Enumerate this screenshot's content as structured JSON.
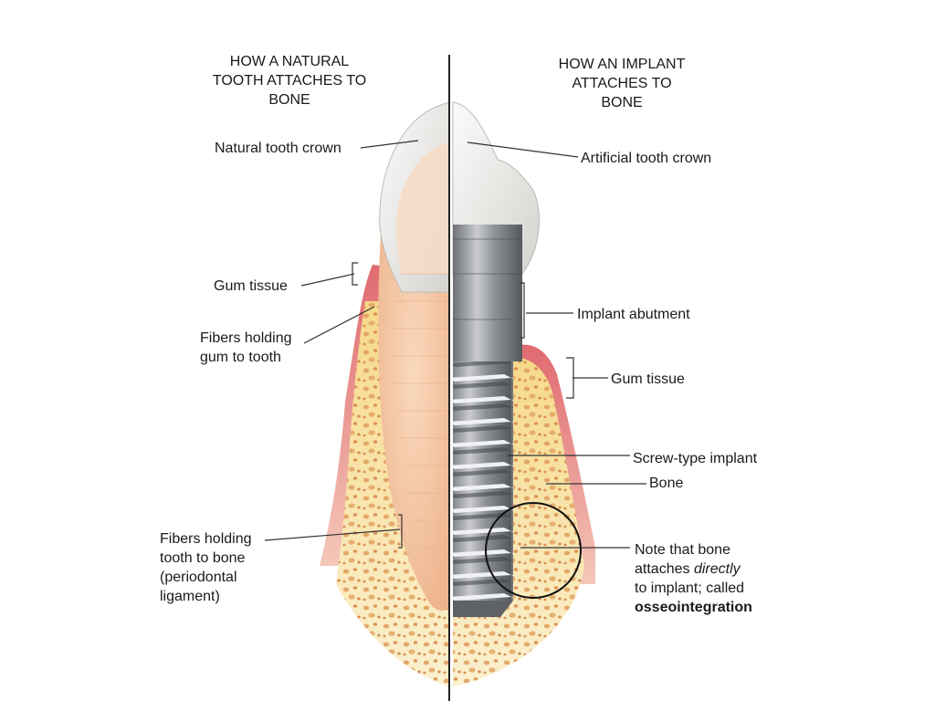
{
  "headers": {
    "left": [
      "HOW A NATURAL",
      "TOOTH ATTACHES TO",
      "BONE"
    ],
    "right": [
      "HOW AN IMPLANT",
      "ATTACHES TO",
      "BONE"
    ]
  },
  "labels": {
    "natural_crown": "Natural tooth crown",
    "gum_tissue_left": "Gum tissue",
    "fibers_gum": [
      "Fibers holding",
      "gum to tooth"
    ],
    "fibers_bone": [
      "Fibers holding",
      "tooth to bone",
      "(periodontal",
      "ligament)"
    ],
    "artificial_crown": "Artificial tooth crown",
    "implant_abutment": "Implant abutment",
    "gum_tissue_right": "Gum tissue",
    "screw_implant": "Screw-type implant",
    "bone": "Bone",
    "note": {
      "line1": "Note that bone",
      "line2_prefix": "attaches ",
      "line2_emphasis": "directly",
      "line3": "to implant; called",
      "line4_bold": "osseointegration"
    }
  },
  "colors": {
    "enamel": "#e8e6e3",
    "dentin": "#f3c9a6",
    "gum": "#d9555c",
    "bone": "#f5e3a0",
    "bone_pore": "#d98a4a",
    "metal": "#8c8f94",
    "divider": "#222222"
  }
}
